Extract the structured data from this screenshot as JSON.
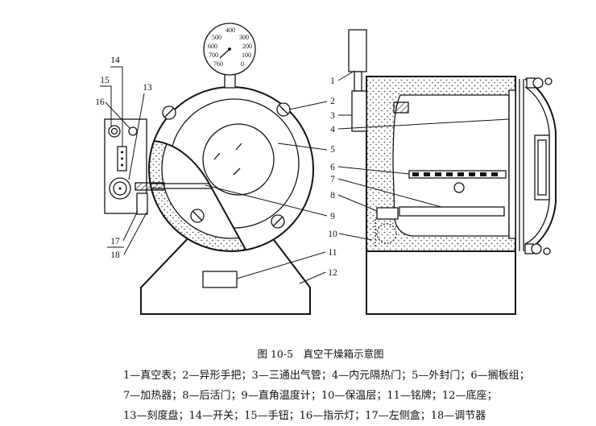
{
  "figure": {
    "title": "图 10-5　真空干燥箱示意图",
    "legend_lines": [
      "1—真空表；2—异形手把；3—三通出气管；4—内元隔热门；5—外封门；6—搁板组；",
      "7—加热器；8—后活门；9—直角温度计；10—保温层；11—铭牌；12—底座；",
      "13—刻度盘；14—开关；15—手钮；16—指示灯；17—左侧盒；18—调节器"
    ]
  },
  "gauge": {
    "scale_labels": [
      "400",
      "500",
      "300",
      "600",
      "200",
      "700",
      "100",
      "760",
      "0"
    ]
  },
  "callouts": [
    "1",
    "2",
    "3",
    "4",
    "5",
    "6",
    "7",
    "8",
    "9",
    "10",
    "11",
    "12",
    "13",
    "14",
    "15",
    "16",
    "17",
    "18"
  ]
}
